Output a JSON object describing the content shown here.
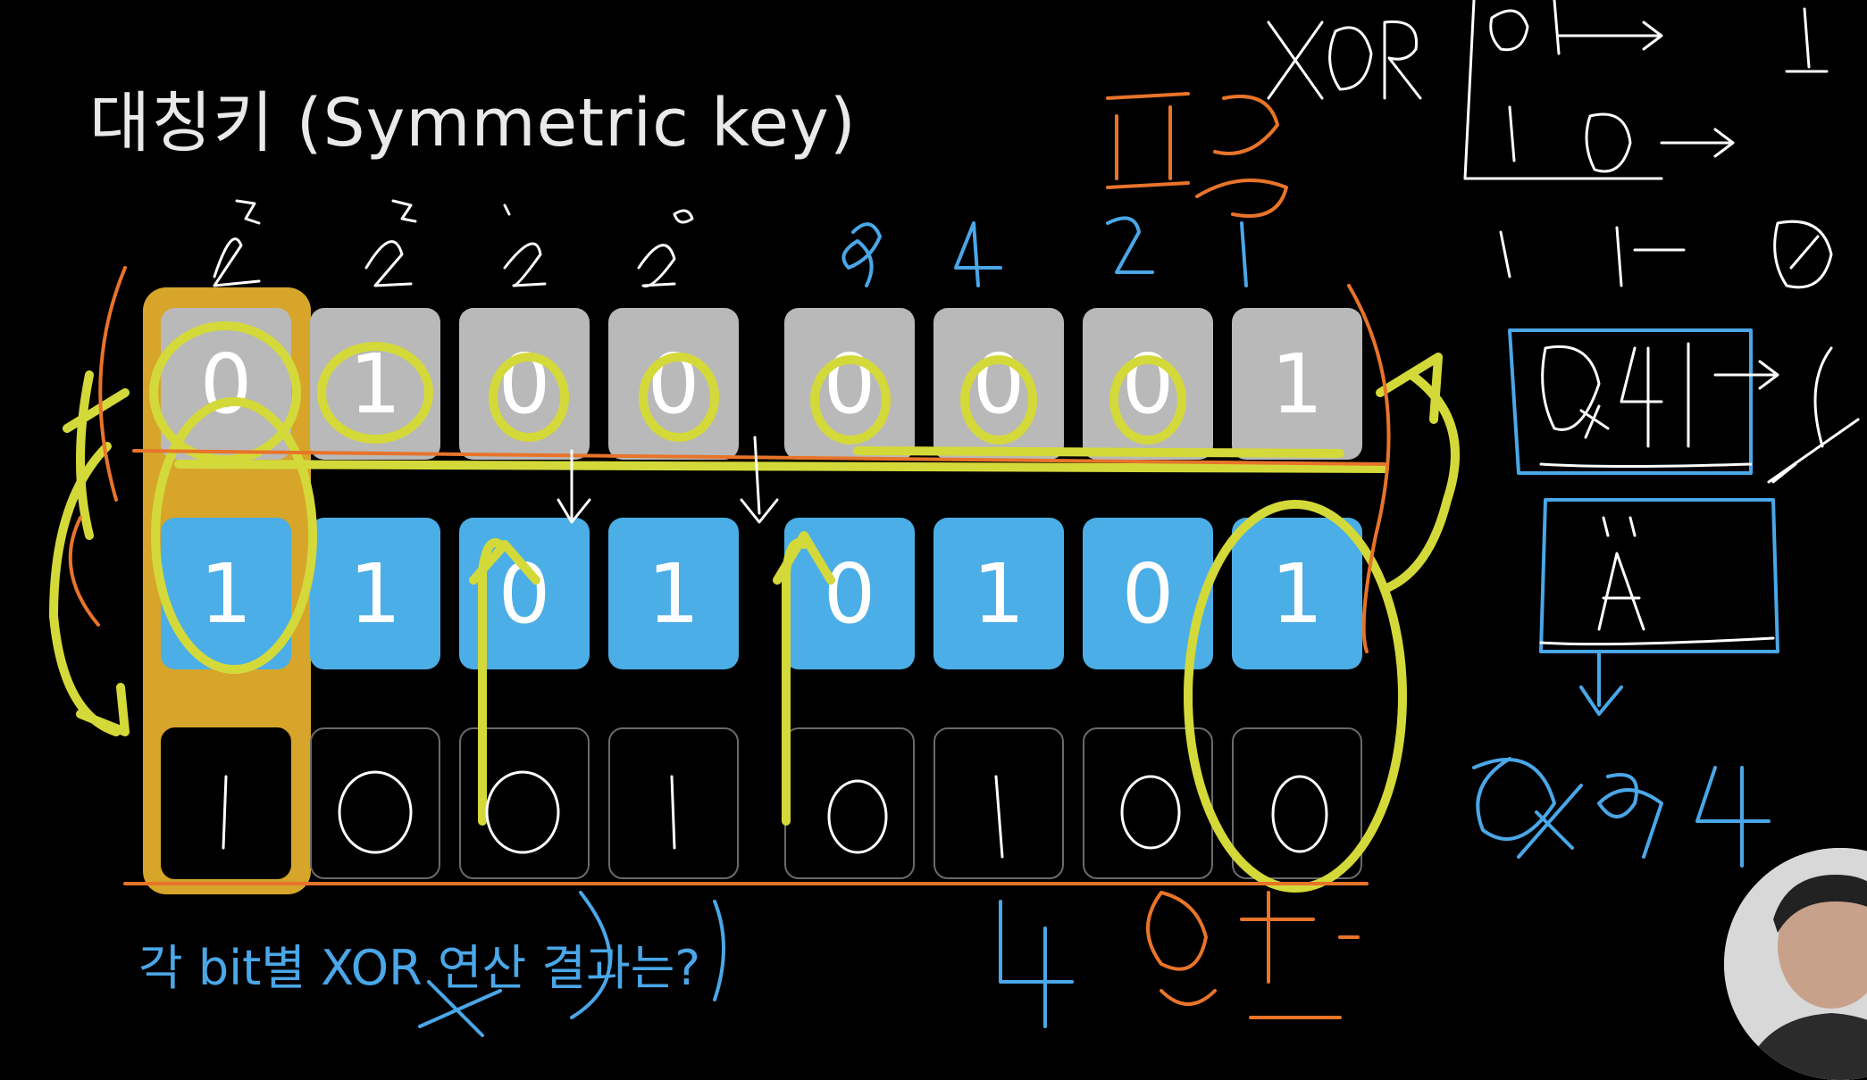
{
  "slide": {
    "title": "대칭키 (Symmetric key)",
    "question": "각 bit별 XOR 연산 결과는?"
  },
  "rows": {
    "plaintext_bits": [
      "0",
      "1",
      "0",
      "0",
      "0",
      "0",
      "0",
      "1"
    ],
    "key_bits": [
      "1",
      "1",
      "0",
      "1",
      "0",
      "1",
      "0",
      "1"
    ]
  },
  "colors": {
    "plaintext_cell": "#b9b9b9",
    "key_cell": "#4caee6",
    "output_cell_border": "#6a6a6a",
    "title_text": "#e9e9e9",
    "question_text": "#4aa7e8",
    "ink_yellow": "#d4d93a",
    "ink_orange": "#e8742a",
    "ink_blue": "#4aa7e8",
    "ink_white": "#ffffff",
    "highlight_column": "#d6a52a"
  },
  "icons": {
    "presenter": "presenter-avatar"
  }
}
